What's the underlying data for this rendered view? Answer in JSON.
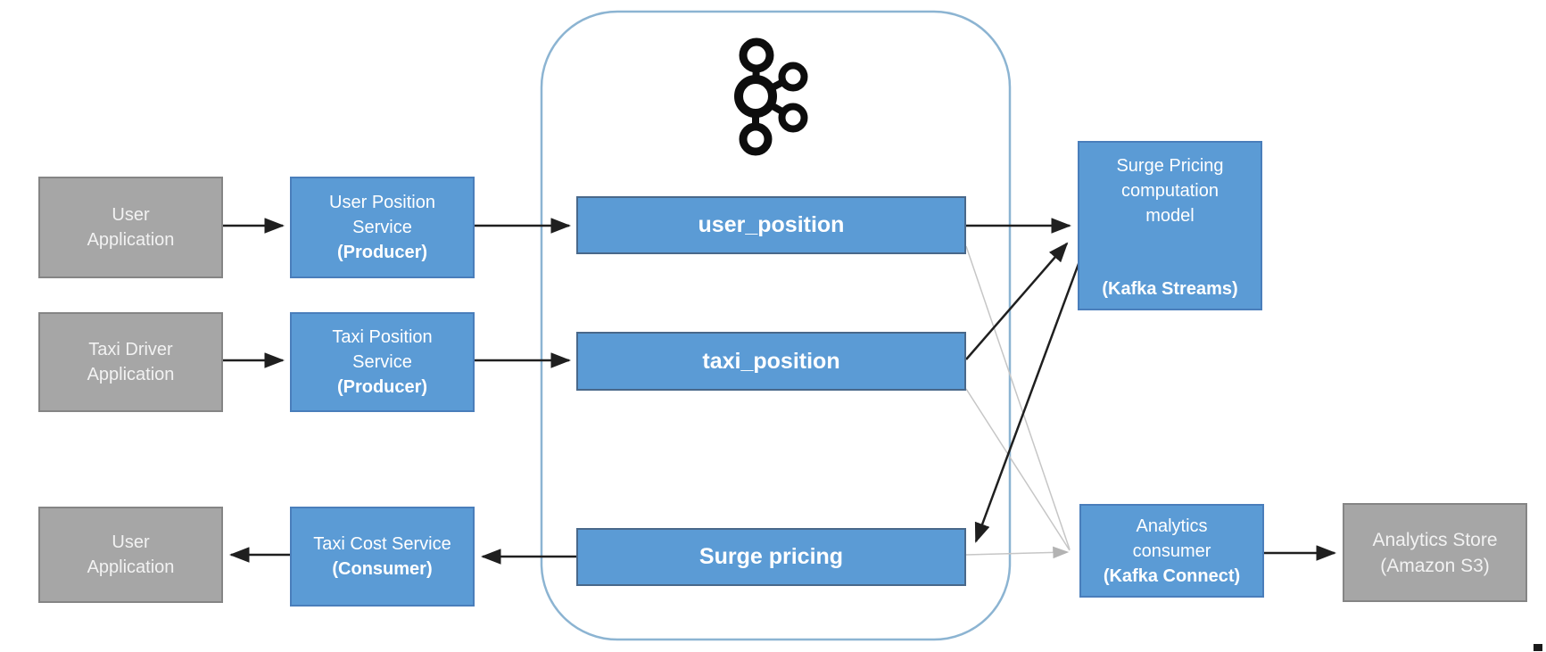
{
  "diagram": {
    "kind": "kafka-taxi-surge-pricing-architecture",
    "icons": {
      "cluster_logo": "kafka-logo-icon"
    },
    "colors": {
      "node_blue": "#5b9bd5",
      "node_gray": "#a6a6a6",
      "cluster_border": "#8cb4d2",
      "arrow_black": "#1f1f1f",
      "arrow_gray": "#c6c6c6",
      "text_white": "#ffffff"
    },
    "nodes": {
      "user_app_top": {
        "line1": "User",
        "line2": "Application"
      },
      "user_position_service": {
        "line1": "User Position",
        "line2": "Service",
        "line3": "(Producer)"
      },
      "taxi_driver_app": {
        "line1": "Taxi Driver",
        "line2": "Application"
      },
      "taxi_position_service": {
        "line1": "Taxi Position",
        "line2": "Service",
        "line3": "(Producer)"
      },
      "user_app_bottom": {
        "line1": "User",
        "line2": "Application"
      },
      "taxi_cost_service": {
        "line1": "Taxi Cost Service",
        "line2": "(Consumer)"
      },
      "topic_user_position": {
        "label": "user_position"
      },
      "topic_taxi_position": {
        "label": "taxi_position"
      },
      "topic_surge_pricing": {
        "label": "Surge pricing"
      },
      "surge_model": {
        "line1": "Surge Pricing",
        "line2": "computation",
        "line3": "model",
        "line4": "(Kafka Streams)"
      },
      "analytics_consumer": {
        "line1": "Analytics",
        "line2": "consumer",
        "line3": "(Kafka Connect)"
      },
      "analytics_store": {
        "line1": "Analytics Store",
        "line2": "(Amazon S3)"
      }
    }
  }
}
